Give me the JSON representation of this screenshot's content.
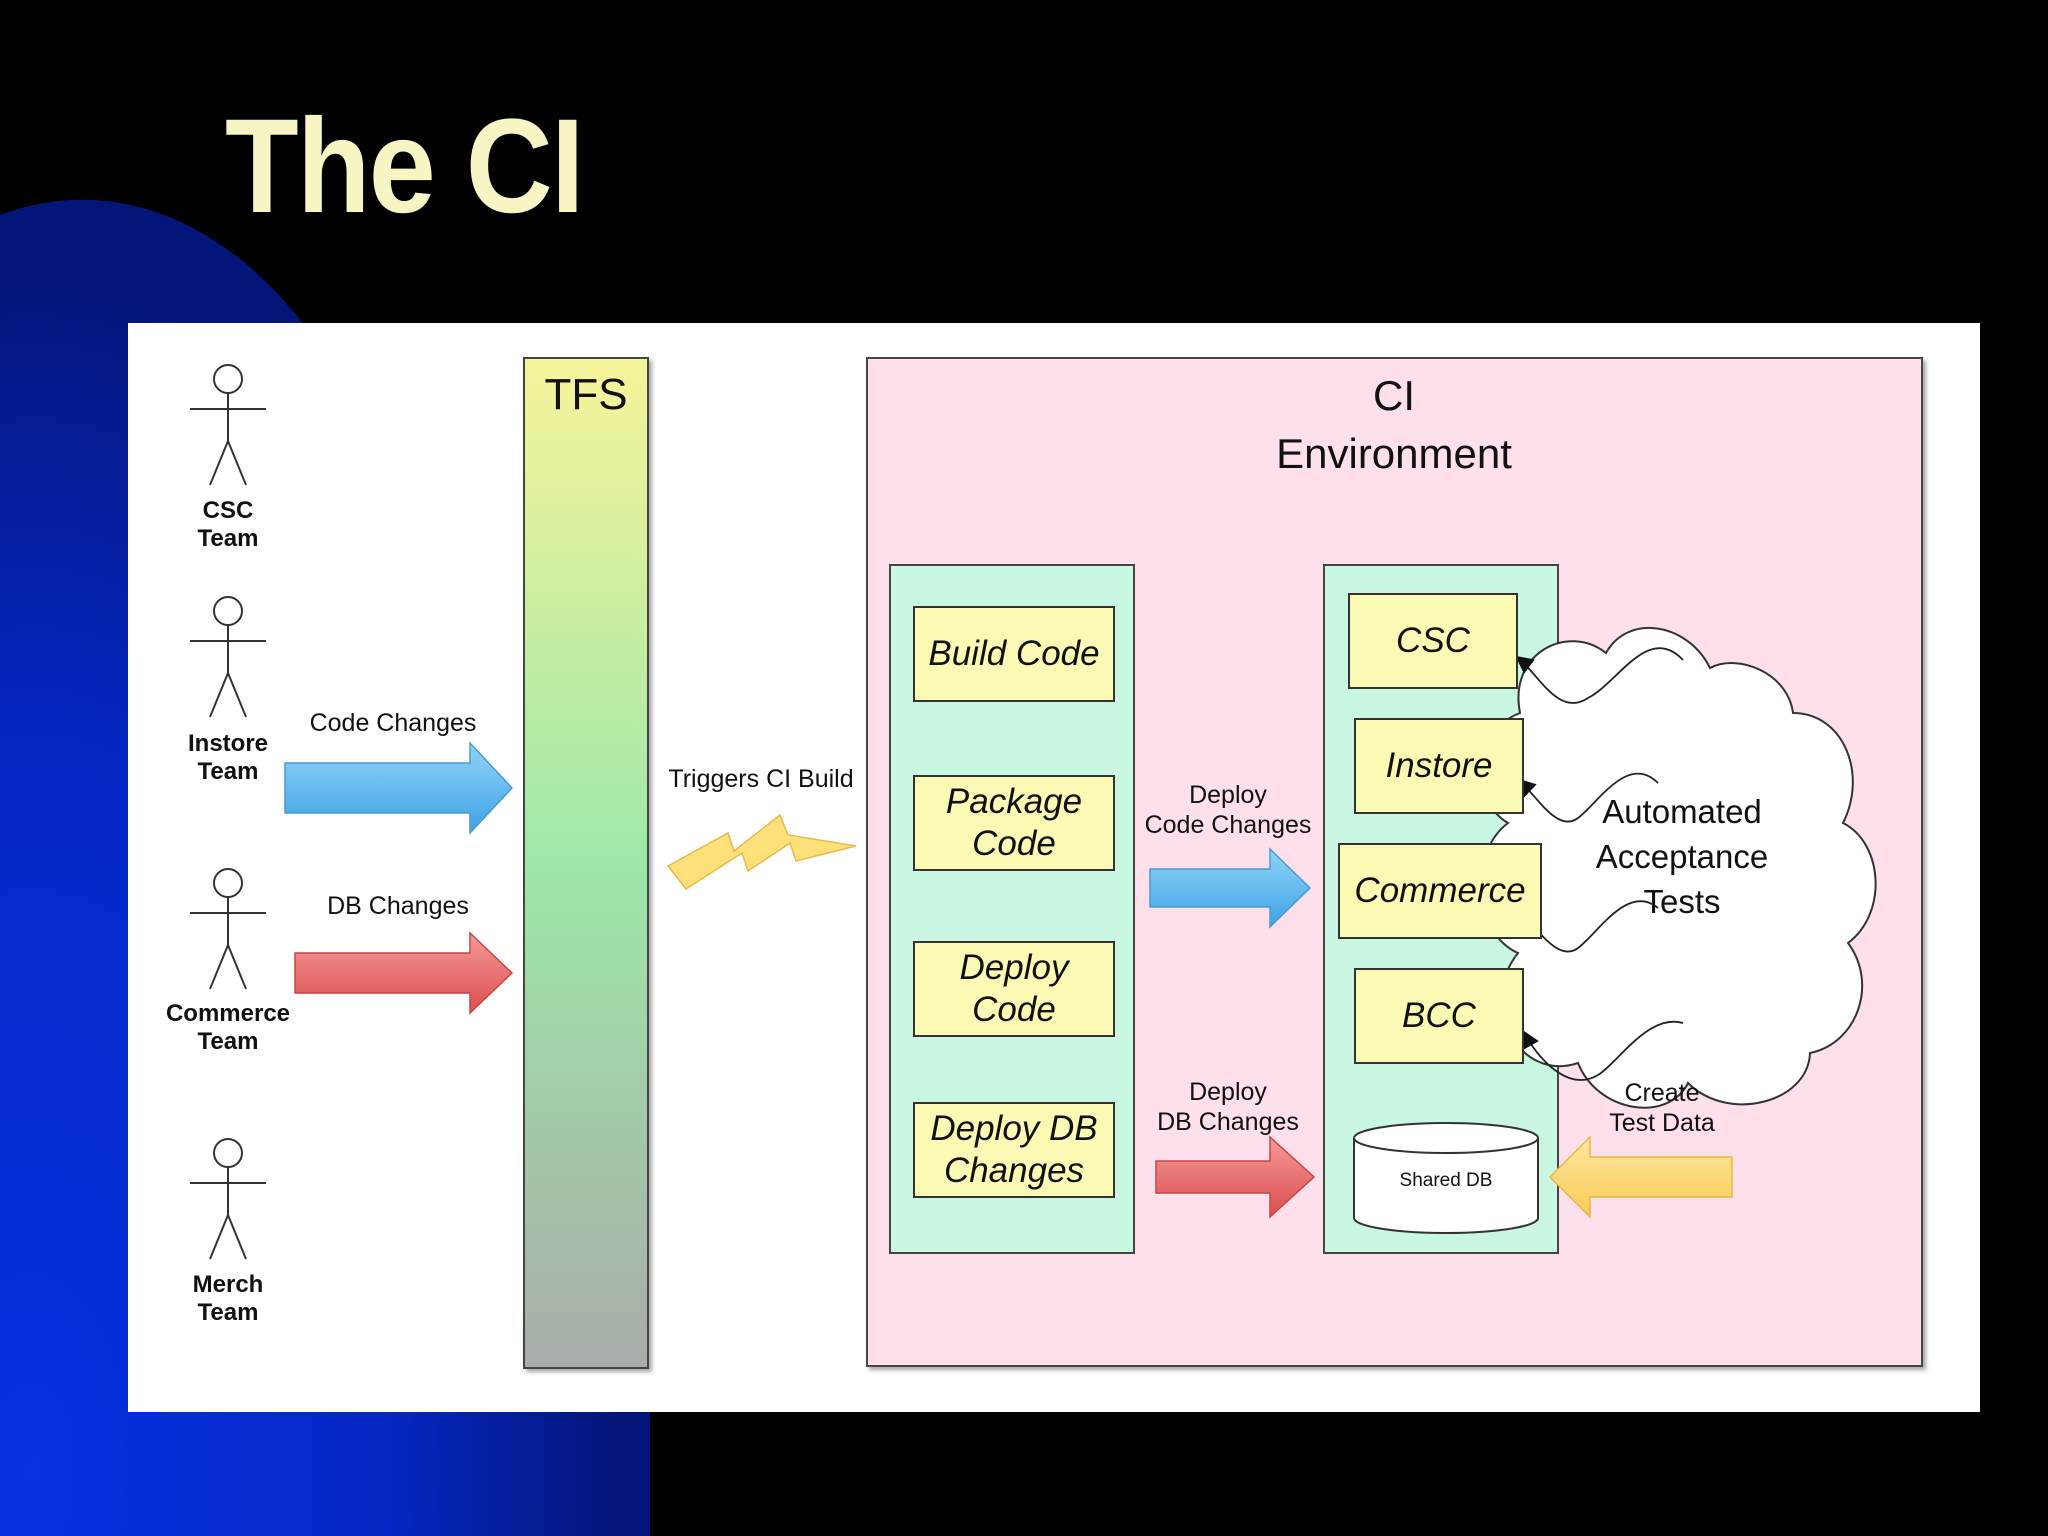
{
  "slide": {
    "title": "The CI"
  },
  "actors": [
    {
      "label_line1": "CSC",
      "label_line2": "Team"
    },
    {
      "label_line1": "Instore",
      "label_line2": "Team"
    },
    {
      "label_line1": "Commerce",
      "label_line2": "Team"
    },
    {
      "label_line1": "Merch",
      "label_line2": "Team"
    }
  ],
  "tfs": {
    "title": "TFS"
  },
  "arrows": {
    "code_changes": "Code Changes",
    "db_changes": "DB Changes",
    "triggers": "Triggers CI Build",
    "deploy_code_line1": "Deploy",
    "deploy_code_line2": "Code Changes",
    "deploy_db_line1": "Deploy",
    "deploy_db_line2": "DB Changes",
    "create_data_line1": "Create",
    "create_data_line2": "Test Data"
  },
  "ci_environment": {
    "title_line1": "CI",
    "title_line2": "Environment",
    "pipeline_steps": [
      {
        "line1": "Build Code",
        "line2": ""
      },
      {
        "line1": "Package",
        "line2": "Code"
      },
      {
        "line1": "Deploy",
        "line2": "Code"
      },
      {
        "line1": "Deploy DB",
        "line2": "Changes"
      }
    ],
    "apps": [
      "CSC",
      "Instore",
      "Commerce",
      "BCC"
    ],
    "shared_db": "Shared DB"
  },
  "cloud": {
    "line1": "Automated",
    "line2": "Acceptance",
    "line3": "Tests"
  },
  "colors": {
    "title": "#f7f5c4",
    "background_blue": "#0a2ad8",
    "ci_env_fill": "#fde0ec",
    "column_fill": "#c9f7e2",
    "box_fill": "#fafab4",
    "code_arrow": "#5cb8ef",
    "db_arrow": "#e86a6a",
    "data_arrow": "#fcd86e"
  }
}
